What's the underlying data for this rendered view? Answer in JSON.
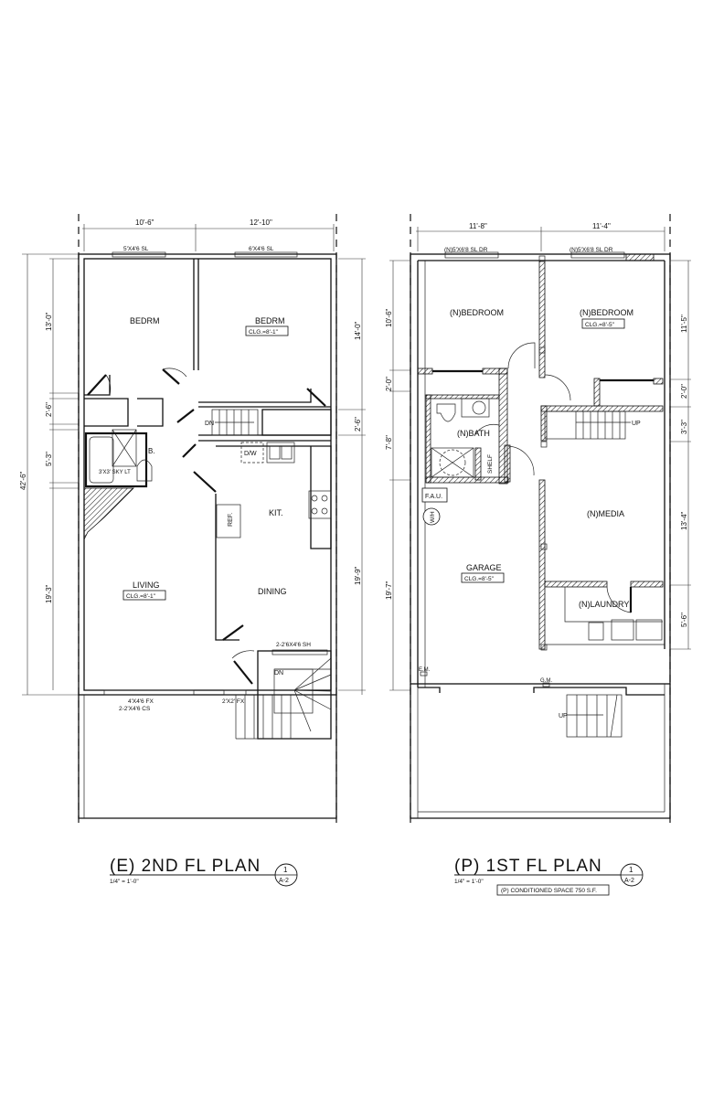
{
  "left_plan": {
    "title": "(E)  2ND  FL  PLAN",
    "scale": "1/4\" = 1'-0\"",
    "detail_number": "1",
    "sheet": "A-2",
    "dimensions_top": [
      "10'-6\"",
      "12'-10\""
    ],
    "dimensions_left": [
      "13'-0\"",
      "2'-6\"",
      "5'-3\"",
      "19'-3\""
    ],
    "overall_left": "42'-6\"",
    "dimensions_right": [
      "14'-0\"",
      "2'-6\"",
      "19'-9\""
    ],
    "windows": {
      "bedrm_1": "5'X4'6 SL",
      "bedrm_2": "6'X4'6 SL",
      "living_1": "4'X4'6 FX",
      "living_2": "2-2'X4'6 CS",
      "entry": "2'X2' FX",
      "dining": "2-2'6X4'6 SH"
    },
    "rooms": {
      "bedrm_1": "BEDRM",
      "bedrm_2": "BEDRM",
      "bedrm_2_clg": "CLG.=8'-1\"",
      "bath": "B.",
      "skylight": "3'X3' SKY LT",
      "kitchen": "KIT.",
      "dw": "D/W",
      "ref": "REF.",
      "living": "LIVING",
      "living_clg": "CLG.=8'-1\"",
      "dining": "DINING",
      "stair_dn_1": "DN",
      "stair_dn_2": "DN"
    }
  },
  "right_plan": {
    "title": "(P)  1ST  FL  PLAN",
    "scale": "1/4\" = 1'-0\"",
    "detail_number": "1",
    "sheet": "A-2",
    "note": "(P) CONDITIONED SPACE 750 S.F.",
    "dimensions_top": [
      "11'-8\"",
      "11'-4\""
    ],
    "dimensions_left": [
      "10'-6\"",
      "2'-0\"",
      "7'-8\"",
      "19'-7\""
    ],
    "dimensions_right": [
      "11'-5\"",
      "2'-0\"",
      "3'-3\"",
      "13'-4\"",
      "5'-6\""
    ],
    "windows": {
      "bedroom_1": "(N)5'X6'8 SL DR",
      "bedroom_2": "(N)5'X6'8 SL DR"
    },
    "rooms": {
      "bedroom_1": "(N)BEDROOM",
      "bedroom_2": "(N)BEDROOM",
      "bedroom_2_clg": "CLG.=8'-5\"",
      "bath": "(N)BATH",
      "shelf": "SHELF",
      "fau": "F.A.U.",
      "wh": "W/H",
      "media": "(N)MEDIA",
      "garage": "GARAGE",
      "garage_clg": "CLG.=8'-5\"",
      "laundry": "(N)LAUNDRY",
      "em": "E.M.",
      "gm": "G.M.",
      "stair_up_1": "UP",
      "stair_up_2": "UP"
    }
  }
}
